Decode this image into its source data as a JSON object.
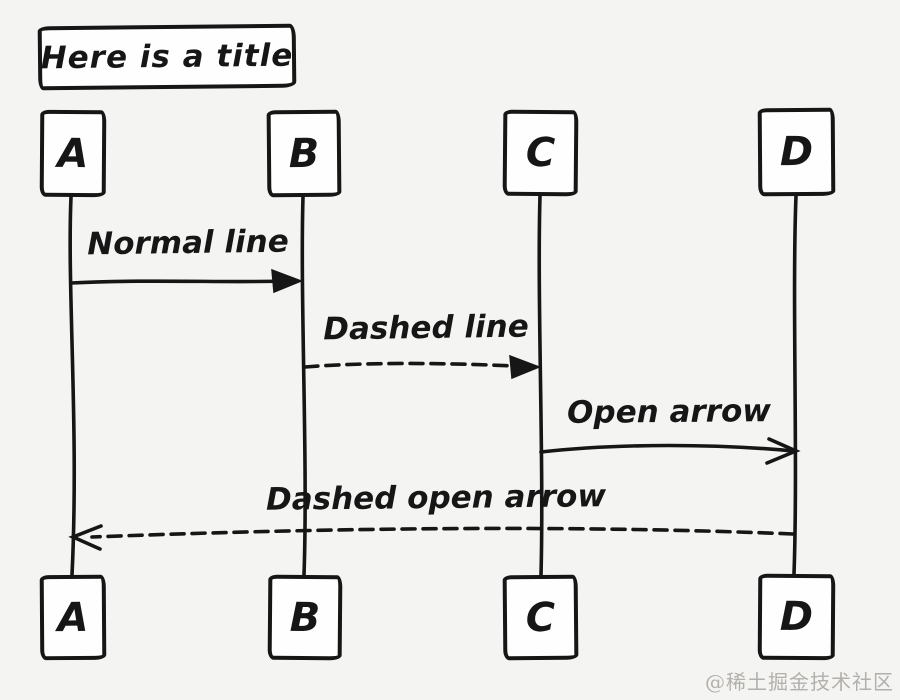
{
  "diagram": {
    "title": "Here is a title",
    "actors": [
      {
        "id": "A",
        "label": "A"
      },
      {
        "id": "B",
        "label": "B"
      },
      {
        "id": "C",
        "label": "C"
      },
      {
        "id": "D",
        "label": "D"
      }
    ],
    "messages": [
      {
        "label": "Normal line",
        "from": "A",
        "to": "B",
        "line": "solid",
        "arrowhead": "filled"
      },
      {
        "label": "Dashed line",
        "from": "B",
        "to": "C",
        "line": "dashed",
        "arrowhead": "filled"
      },
      {
        "label": "Open arrow",
        "from": "C",
        "to": "D",
        "line": "solid",
        "arrowhead": "open"
      },
      {
        "label": "Dashed open arrow",
        "from": "D",
        "to": "A",
        "line": "dashed",
        "arrowhead": "open"
      }
    ],
    "style": {
      "background_color": "#f4f4f2",
      "ink_color": "#161616",
      "box_fill_color": "#fefefe",
      "watermark_color": "#b3b0ac"
    }
  },
  "watermark": {
    "text": "@稀土掘金技术社区"
  }
}
